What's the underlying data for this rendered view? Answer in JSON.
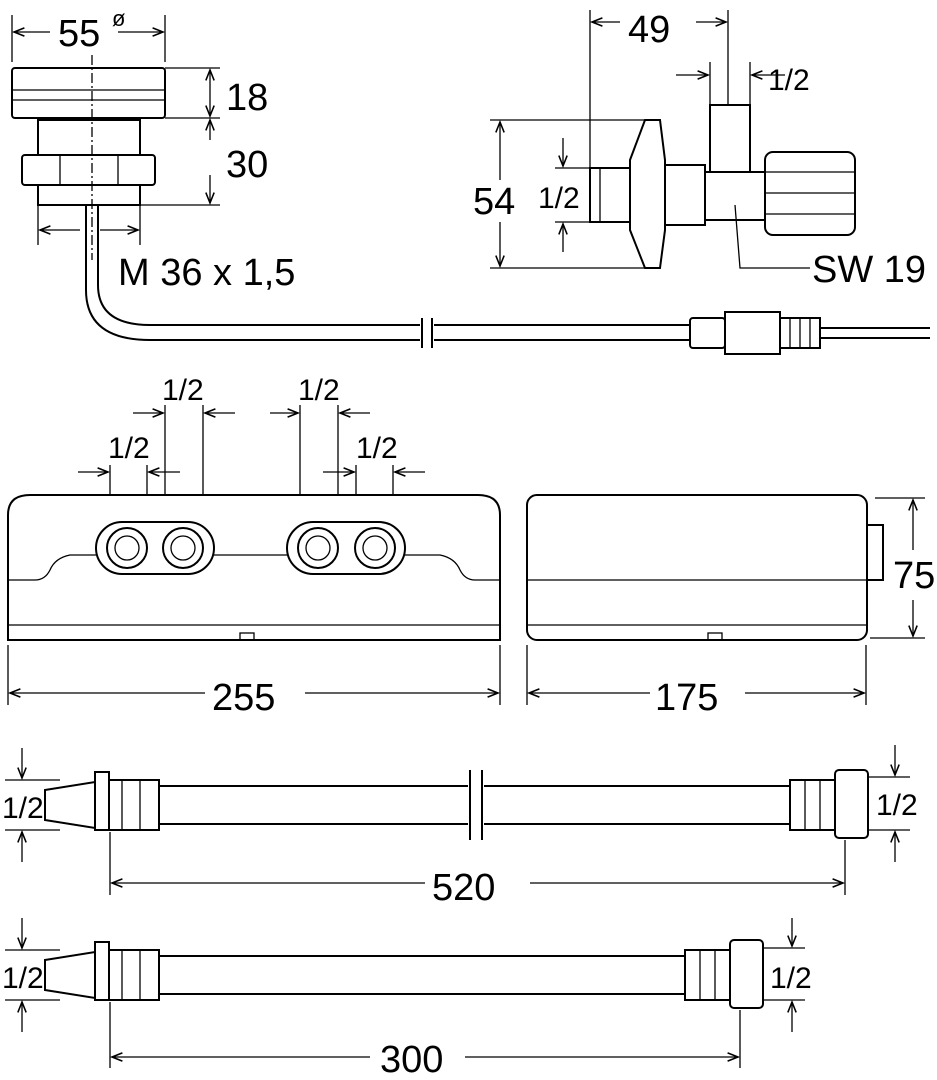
{
  "drawing": {
    "sensor": {
      "diameter": "55",
      "diameter_symbol": "ø",
      "cap_height": "18",
      "body_height": "30",
      "thread": "M 36 x 1,5"
    },
    "valve": {
      "length": "49",
      "outlet": "1/2",
      "height": "54",
      "inlet": "1/2",
      "wrench": "SW 19"
    },
    "control_box": {
      "port_labels": [
        "1/2",
        "1/2",
        "1/2",
        "1/2"
      ],
      "width": "255",
      "side_depth": "175",
      "height": "75"
    },
    "hose_long": {
      "left_thread": "1/2",
      "right_thread": "1/2",
      "length": "520"
    },
    "hose_short": {
      "left_thread": "1/2",
      "right_thread": "1/2",
      "length": "300"
    }
  }
}
